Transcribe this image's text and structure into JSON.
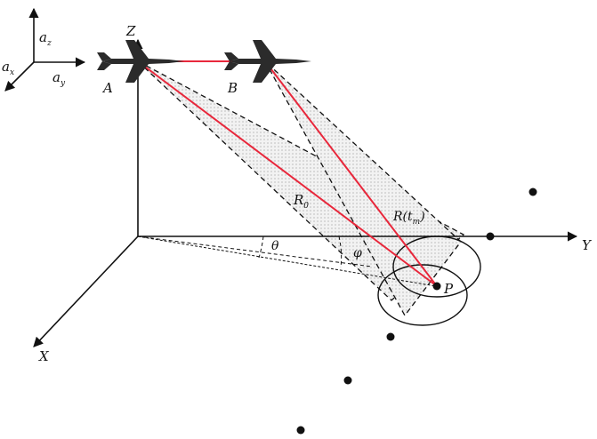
{
  "labels": {
    "aircraft_a": "A",
    "aircraft_b": "B",
    "axis_x": "X",
    "axis_y": "Y",
    "axis_z": "Z",
    "range_r0_main": "R",
    "range_r0_sub": "0",
    "range_rt_main": "R(t",
    "range_rt_sub": "m",
    "range_rt_close": ")",
    "target_p": "P",
    "angle_theta": "θ",
    "angle_phi": "φ"
  },
  "legend": {
    "az_main": "a",
    "az_sub": "z",
    "ay_main": "a",
    "ay_sub": "y",
    "ax_main": "a",
    "ax_sub": "x"
  },
  "colors": {
    "slant_range_line": "#e8273b",
    "beam_fill": "#e9e9e9",
    "stroke": "#111111",
    "aircraft": "#2b2b2b"
  },
  "icons": {
    "aircraft_a": "jet-aircraft-icon",
    "aircraft_b": "jet-aircraft-icon"
  }
}
